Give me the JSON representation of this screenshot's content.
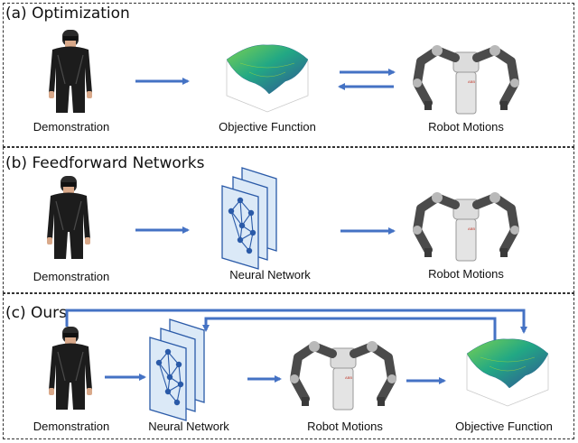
{
  "panels": [
    {
      "title": "(a) Optimization",
      "labels": [
        "Demonstration",
        "Objective Function",
        "Robot Motions"
      ]
    },
    {
      "title": "(b) Feedforward Networks",
      "labels": [
        "Demonstration",
        "Neural Network",
        "Robot Motions"
      ]
    },
    {
      "title": "(c) Ours",
      "labels": [
        "Demonstration",
        "Neural Network",
        "Robot Motions",
        "Objective Function"
      ]
    }
  ],
  "robot_logo": "ABB",
  "colors": {
    "arrow": "#4472c4",
    "network_fill": "#dbe9f7",
    "network_stroke": "#2a5aa8",
    "border": "#333333"
  }
}
